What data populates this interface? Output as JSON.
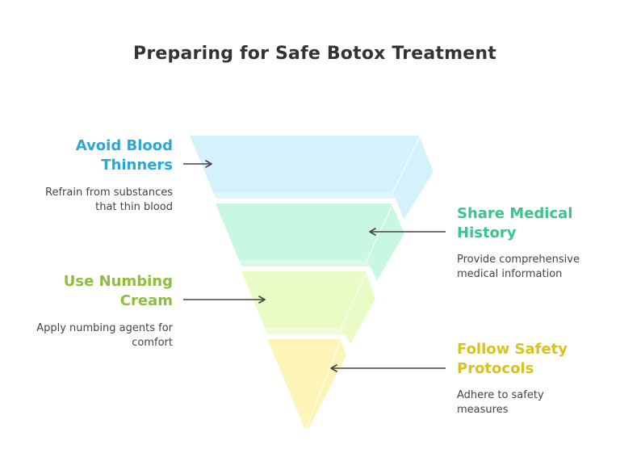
{
  "title": "Preparing for Safe Botox Treatment",
  "colors": {
    "title": "#333333",
    "arrow": "#444444",
    "step1": "#29a8d8",
    "step2": "#3cc48a",
    "step3": "#8cbf3a",
    "step4": "#d9c21c",
    "fill1": "#d4f2fb",
    "fill2": "#c8f8e2",
    "fill3": "#eafcc6",
    "fill4": "#fdf4b8"
  },
  "steps": [
    {
      "label": "Avoid Blood Thinners",
      "label_line1": "Avoid Blood",
      "label_line2": "Thinners",
      "desc_line1": "Refrain from substances",
      "desc_line2": "that thin blood"
    },
    {
      "label": "Share Medical History",
      "label_line1": "Share Medical",
      "label_line2": "History",
      "desc_line1": "Provide comprehensive",
      "desc_line2": "medical information"
    },
    {
      "label": "Use Numbing Cream",
      "label_line1": "Use Numbing",
      "label_line2": "Cream",
      "desc_line1": "Apply numbing agents for",
      "desc_line2": "comfort"
    },
    {
      "label": "Follow Safety Protocols",
      "label_line1": "Follow Safety",
      "label_line2": "Protocols",
      "desc_line1": "Adhere to safety",
      "desc_line2": "measures"
    }
  ]
}
